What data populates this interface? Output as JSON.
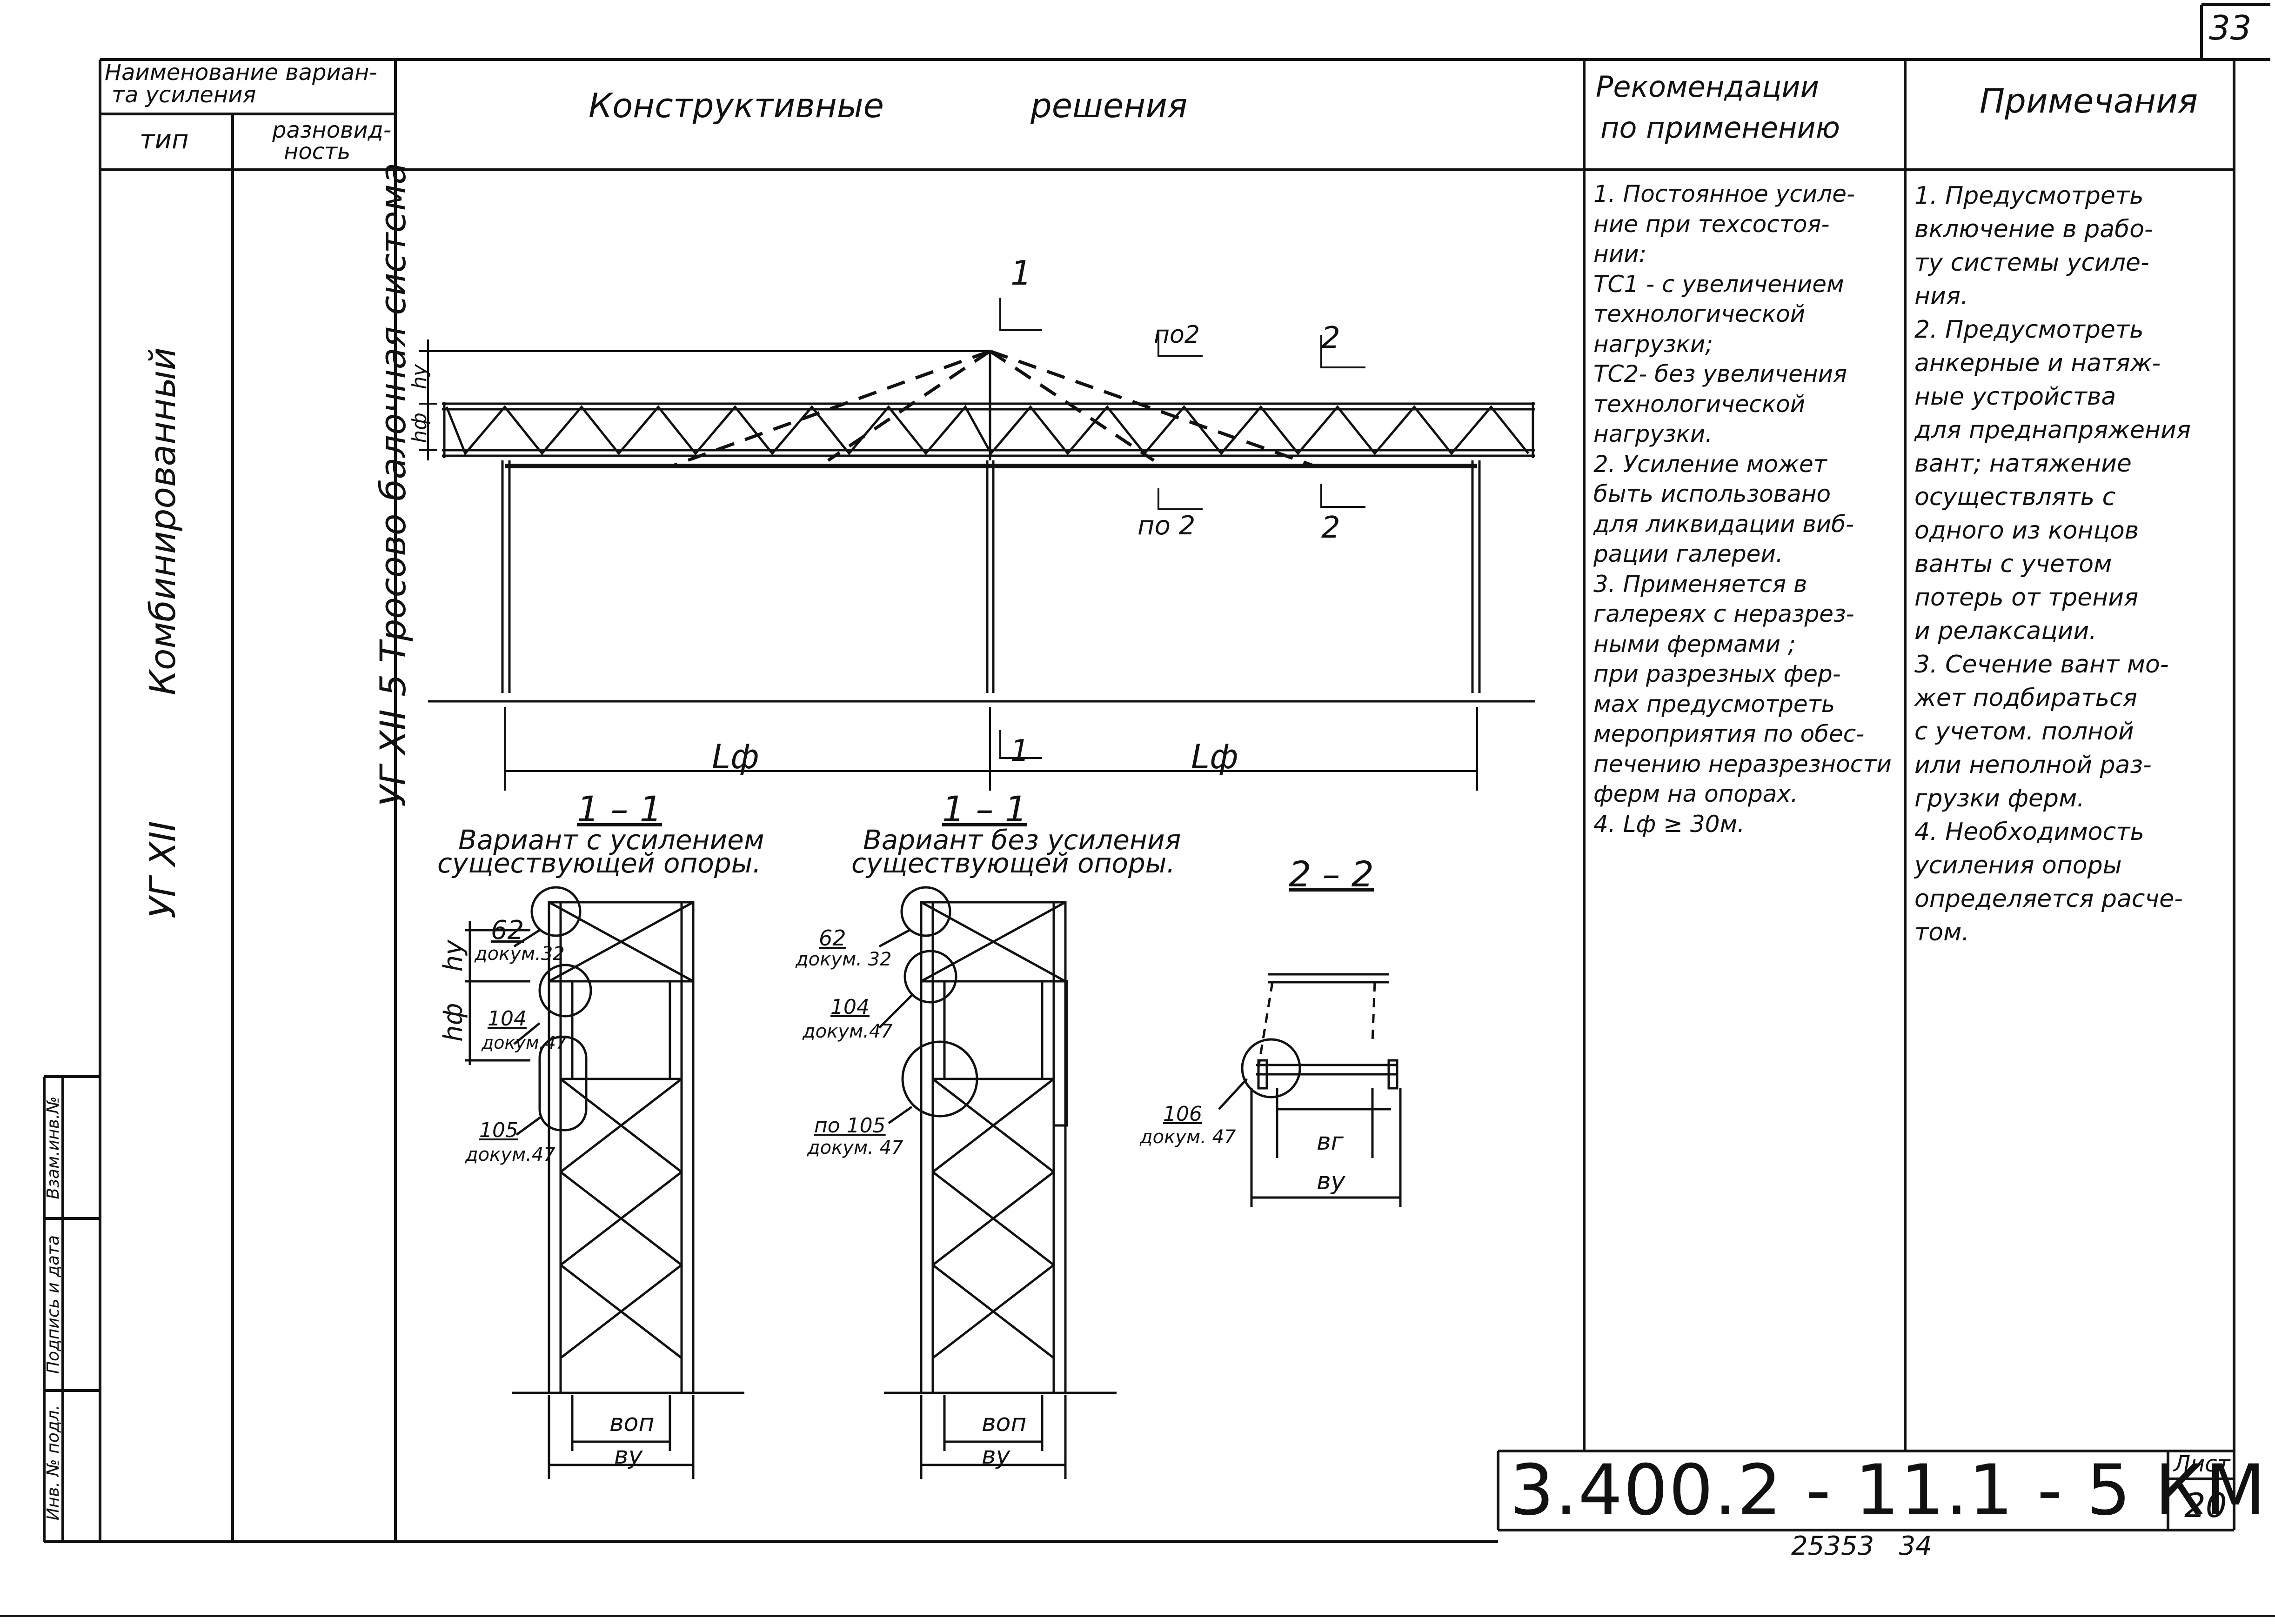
{
  "sheet_corner_number": "33",
  "header": {
    "variant_name_line1": "Наименование вариан-",
    "variant_name_line2": "та усиления",
    "type": "тип",
    "subtype_line1": "разновид-",
    "subtype_line2": "ность",
    "solutions_part1": "Конструктивные",
    "solutions_part2": "решения",
    "recommendations_line1": "Рекомендации",
    "recommendations_line2": "по применению",
    "notes": "Примечания"
  },
  "row": {
    "type_code": "УГ XII",
    "type_name": "Комбинированный",
    "subtype": "УГ XII-5 Тросово-балочная система"
  },
  "drawing": {
    "section_mark_1": "1",
    "section_mark_2": "2",
    "section_mark_po2_top": "по2",
    "section_mark_po2_bottom": "по 2",
    "dim_hy": "hу",
    "dim_hf": "hф",
    "span_left": "Lф",
    "span_right": "Lф",
    "section_a_title": "1 – 1",
    "section_a_caption1": "Вариант с усилением",
    "section_a_caption2": "существующей опоры.",
    "section_b_title": "1 – 1",
    "section_b_caption1": "Вариант без усиления",
    "section_b_caption2": "существующей опоры.",
    "section_c_title": "2 – 2",
    "ref_62": "62",
    "ref_62_doc": "докум.32",
    "ref_104": "104",
    "ref_104_doc": "докум.47",
    "ref_105": "105",
    "ref_105_doc": "докум.47",
    "ref_b_62": "62",
    "ref_b_62_doc": "докум. 32",
    "ref_b_104": "104",
    "ref_b_104_doc": "докум.47",
    "ref_b_105": "по 105",
    "ref_b_105_doc": "докум. 47",
    "ref_106": "106",
    "ref_106_doc": "докум. 47",
    "dim_bop": "вoп",
    "dim_by": "ву",
    "dim_bg": "вг"
  },
  "recommendations": [
    "1. Постоянное усиле-",
    "ние при техсостоя-",
    "нии:",
    "ТС1 - с увеличением",
    "технологической",
    "нагрузки;",
    "ТС2- без увеличения",
    "технологической",
    "нагрузки.",
    "2. Усиление может",
    "быть использовано",
    "для ликвидации виб-",
    "рации галереи.",
    "3. Применяется в",
    "галереях с неразрез-",
    "ными фермами ;",
    "при разрезных фер-",
    "мах предусмотреть",
    "мероприятия по обес-",
    "печению неразрезности",
    "ферм на опорах.",
    "4. Lф ≥ 30м."
  ],
  "notes": [
    "1. Предусмотреть",
    "включение в рабо-",
    "ту системы усиле-",
    "ния.",
    "2. Предусмотреть",
    "анкерные и натяж-",
    "ные устройства",
    "для преднапряжения",
    "вант; натяжение",
    "осуществлять с",
    "одного из концов",
    "ванты с учетом",
    "потерь от трения",
    "и релаксации.",
    "3. Сечение вант мо-",
    "жет подбираться",
    "с учетом. полной",
    "или неполной раз-",
    "грузки ферм.",
    "4. Необходимость",
    "усиления опоры",
    "определяется расче-",
    "том."
  ],
  "stamp": {
    "doc_code": "3.400.2 - 11.1 - 5 КМ",
    "sheet_label": "Лист",
    "sheet_number": "20",
    "inventory": "25353   34"
  },
  "side_strip": {
    "inv_orig": "Инв. № подл.",
    "sign_date": "Подпись и дата",
    "replace_inv": "Взам.инв.№"
  }
}
